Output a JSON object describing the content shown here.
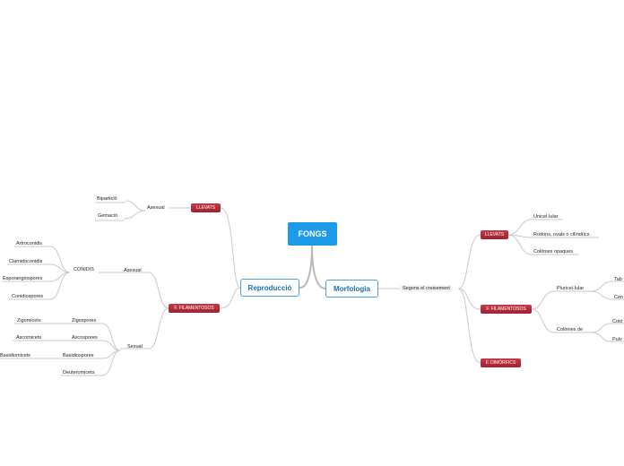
{
  "root": "FONGS",
  "left": {
    "title": "Reproducció",
    "llevats": {
      "label": "LLEVATS",
      "asexual": "Asexual",
      "items": [
        "Bipartició",
        "Gemació"
      ]
    },
    "filamentosos": {
      "label": "F. FILAMENTOSOS",
      "asexual": {
        "label": "Asexual",
        "conidis": "CONIDIS",
        "items": [
          "Artroconidis",
          "Clamidoconidis",
          "Esporangiospores",
          "Conidiospores"
        ]
      },
      "sexual": {
        "label": "Sexual",
        "spores": [
          "Zigospores",
          "Ascospores",
          "Basidiospores",
          "Deuteromicets"
        ],
        "classes": [
          "Zigomicets",
          "Ascomicets",
          "Basidiomicets"
        ]
      }
    }
  },
  "right": {
    "title": "Morfologia",
    "segons": "Segons el creixement",
    "llevats": {
      "label": "LLEVATS",
      "items": [
        "Unicel·lular",
        "Rodons, ovals o cilíndrics.",
        "Colònies opaques"
      ]
    },
    "filamentosos": {
      "label": "F. FILAMENTOSOS",
      "pluricel": "Pluricel·lular",
      "pluricel_items": [
        "Tab",
        "Cen"
      ],
      "colonies": "Colònies de",
      "colonies_items": [
        "Cotó",
        "Pulv"
      ]
    },
    "dimorfics": "F. DIMÒRFICS"
  }
}
